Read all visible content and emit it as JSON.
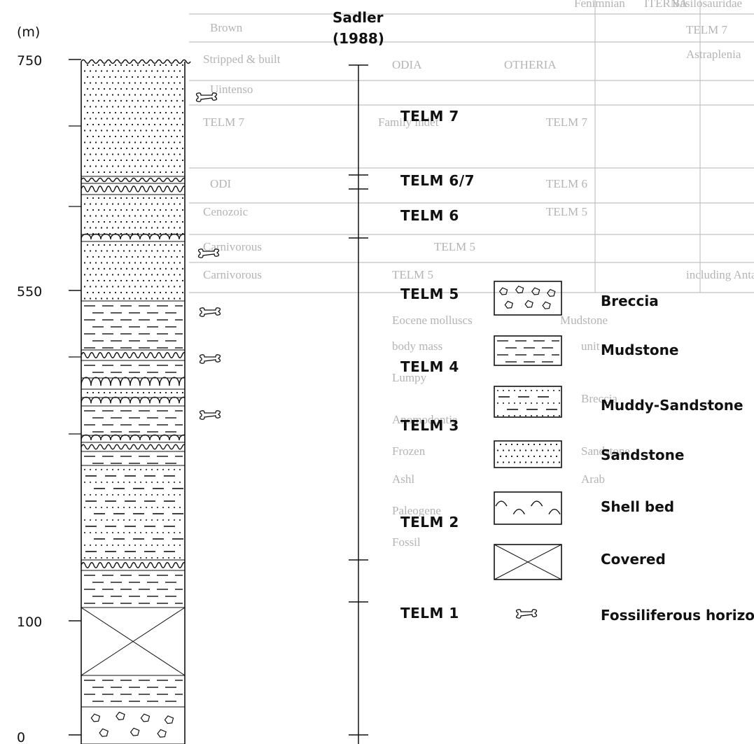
{
  "axis": {
    "unit": "(m)",
    "ticks": [
      {
        "label": "750",
        "value": 750
      },
      {
        "label": "550",
        "value": 550
      },
      {
        "label": "100",
        "value": 100
      },
      {
        "label": "0",
        "value": 0
      }
    ]
  },
  "reference": {
    "line1": "Sadler",
    "line2": "(1988)"
  },
  "units": [
    {
      "label": "TELM 7"
    },
    {
      "label": "TELM 6/7"
    },
    {
      "label": "TELM 6"
    },
    {
      "label": "TELM 5"
    },
    {
      "label": "TELM 4"
    },
    {
      "label": "TELM 3"
    },
    {
      "label": "TELM 2"
    },
    {
      "label": "TELM 1"
    }
  ],
  "legend": [
    {
      "pattern": "breccia",
      "label": "Breccia"
    },
    {
      "pattern": "mudstone",
      "label": "Mudstone"
    },
    {
      "pattern": "muddy-sandstone",
      "label": "Muddy-Sandstone"
    },
    {
      "pattern": "sandstone",
      "label": "Sandstone"
    },
    {
      "pattern": "shell-bed",
      "label": "Shell bed"
    },
    {
      "pattern": "covered",
      "label": "Covered"
    },
    {
      "pattern": "fossil",
      "label": "Fossiliferous horizon"
    }
  ],
  "background_text": [
    "Fenimnian",
    "ITERNA",
    "Basilosauridae",
    "Brown",
    "TELM 7",
    "Stripped & built",
    "ODIA",
    "OTHERIA",
    "Astraplenia",
    "Uintenso",
    "TELM 7",
    "Family indet",
    "TELM 7",
    "ODI",
    "TELM 6",
    "Cenozoic",
    "TELM 5",
    "Carnivorous",
    "TELM 5",
    "Carnivorous",
    "TELM 5",
    "including Antarctic Seymour Island",
    "Eocene molluscs",
    "Mudstone",
    "unit",
    "body mass",
    "Lumpy",
    "Anomodontia",
    "Frozen",
    "Breccia",
    "Ashl",
    "Paleogene",
    "Arab",
    "Fossil",
    "Sandstone"
  ]
}
